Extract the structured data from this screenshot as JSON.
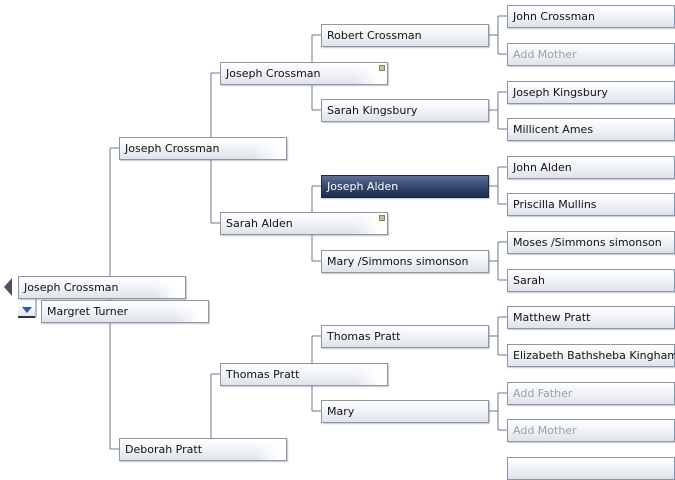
{
  "root": {
    "name": "Joseph Crossman"
  },
  "spouse": {
    "name": "Margret Turner"
  },
  "gen1": {
    "father": "Joseph Crossman",
    "mother": "Deborah Pratt"
  },
  "gen2": {
    "ff": "Joseph Crossman",
    "fm": "Sarah Alden",
    "mf": "Thomas Pratt"
  },
  "gen3": {
    "fff": "Robert Crossman",
    "ffm": "Sarah Kingsbury",
    "fmf": "Joseph Alden",
    "fmm": "Mary /Simmons simonson",
    "mff": "Thomas Pratt",
    "mfm": "Mary"
  },
  "gen4": {
    "ffff": "John Crossman",
    "fffm": "Add Mother",
    "ffmf": "Joseph Kingsbury",
    "ffmm": "Millicent Ames",
    "fmff": "John Alden",
    "fmfm": "Priscilla Mullins",
    "fmmf": "Moses /Simmons simonson",
    "fmmm": "Sarah",
    "mfff": "Matthew Pratt",
    "mffm": "Elizabeth Bathsheba Kingham",
    "mfmf": "Add Father",
    "mfmm": "Add Mother"
  },
  "colors": {
    "line": "#6f7886",
    "box_border": "#8c96a6",
    "selected_bg": "#33456d",
    "placeholder_text": "#9aa1ac"
  },
  "icons": {
    "back": "triangle-left",
    "menu": "triangle-down"
  }
}
